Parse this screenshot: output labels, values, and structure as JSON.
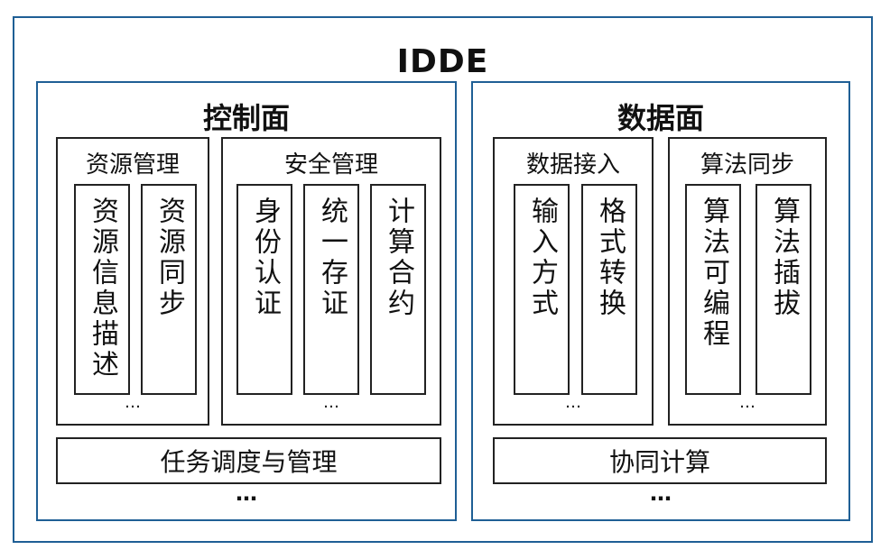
{
  "outer_title": "IDDE",
  "control_plane": {
    "title": "控制面",
    "resource_mgmt": {
      "title": "资源管理",
      "items": [
        "资源信息描述",
        "资源同步"
      ],
      "ellipsis": "…"
    },
    "security_mgmt": {
      "title": "安全管理",
      "items": [
        "身份认证",
        "统一存证",
        "计算合约"
      ],
      "ellipsis": "…"
    },
    "bar": "任务调度与管理",
    "ellipsis": "…"
  },
  "data_plane": {
    "title": "数据面",
    "data_access": {
      "title": "数据接入",
      "items": [
        "输入方式",
        "格式转换"
      ],
      "ellipsis": "…"
    },
    "algo_sync": {
      "title": "算法同步",
      "items": [
        "算法可编程",
        "算法插拔"
      ],
      "ellipsis": "…"
    },
    "bar": "协同计算",
    "ellipsis": "…"
  }
}
